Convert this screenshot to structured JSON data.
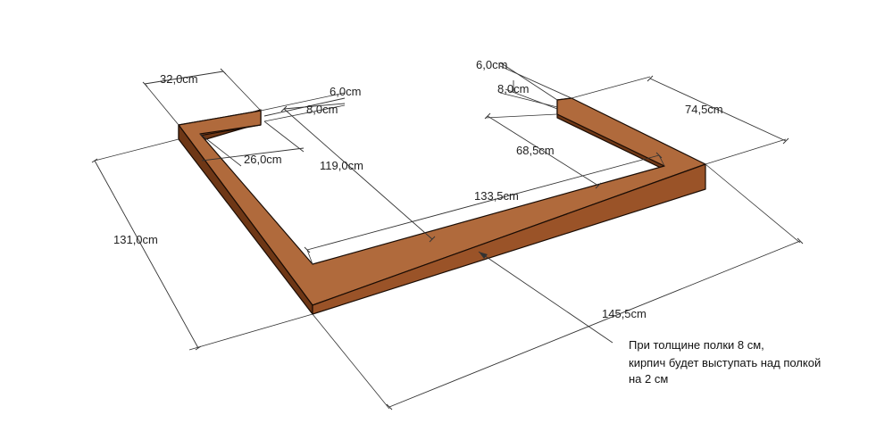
{
  "colors": {
    "wood_top": "#b06a3c",
    "wood_front": "#9a5328",
    "wood_side": "#6e3716",
    "wood_dark": "#3a1a08",
    "line": "#333333"
  },
  "dimensions": {
    "left_width": "32,0cm",
    "left_top_offset": "6,0cm",
    "left_height_offset": "8,0cm",
    "left_inner_width": "26,0cm",
    "inner_depth": "119,0cm",
    "outer_depth": "131,0cm",
    "right_top_offset": "6,0cm",
    "right_height_offset": "8,0cm",
    "right_inner_width": "68,5cm",
    "right_width": "74,5cm",
    "inner_length": "133,5cm",
    "outer_length": "145,5cm"
  },
  "note": {
    "line1": "При толщине полки 8 см,",
    "line2": "кирпич будет выступать над полкой",
    "line3": "на 2 см"
  }
}
